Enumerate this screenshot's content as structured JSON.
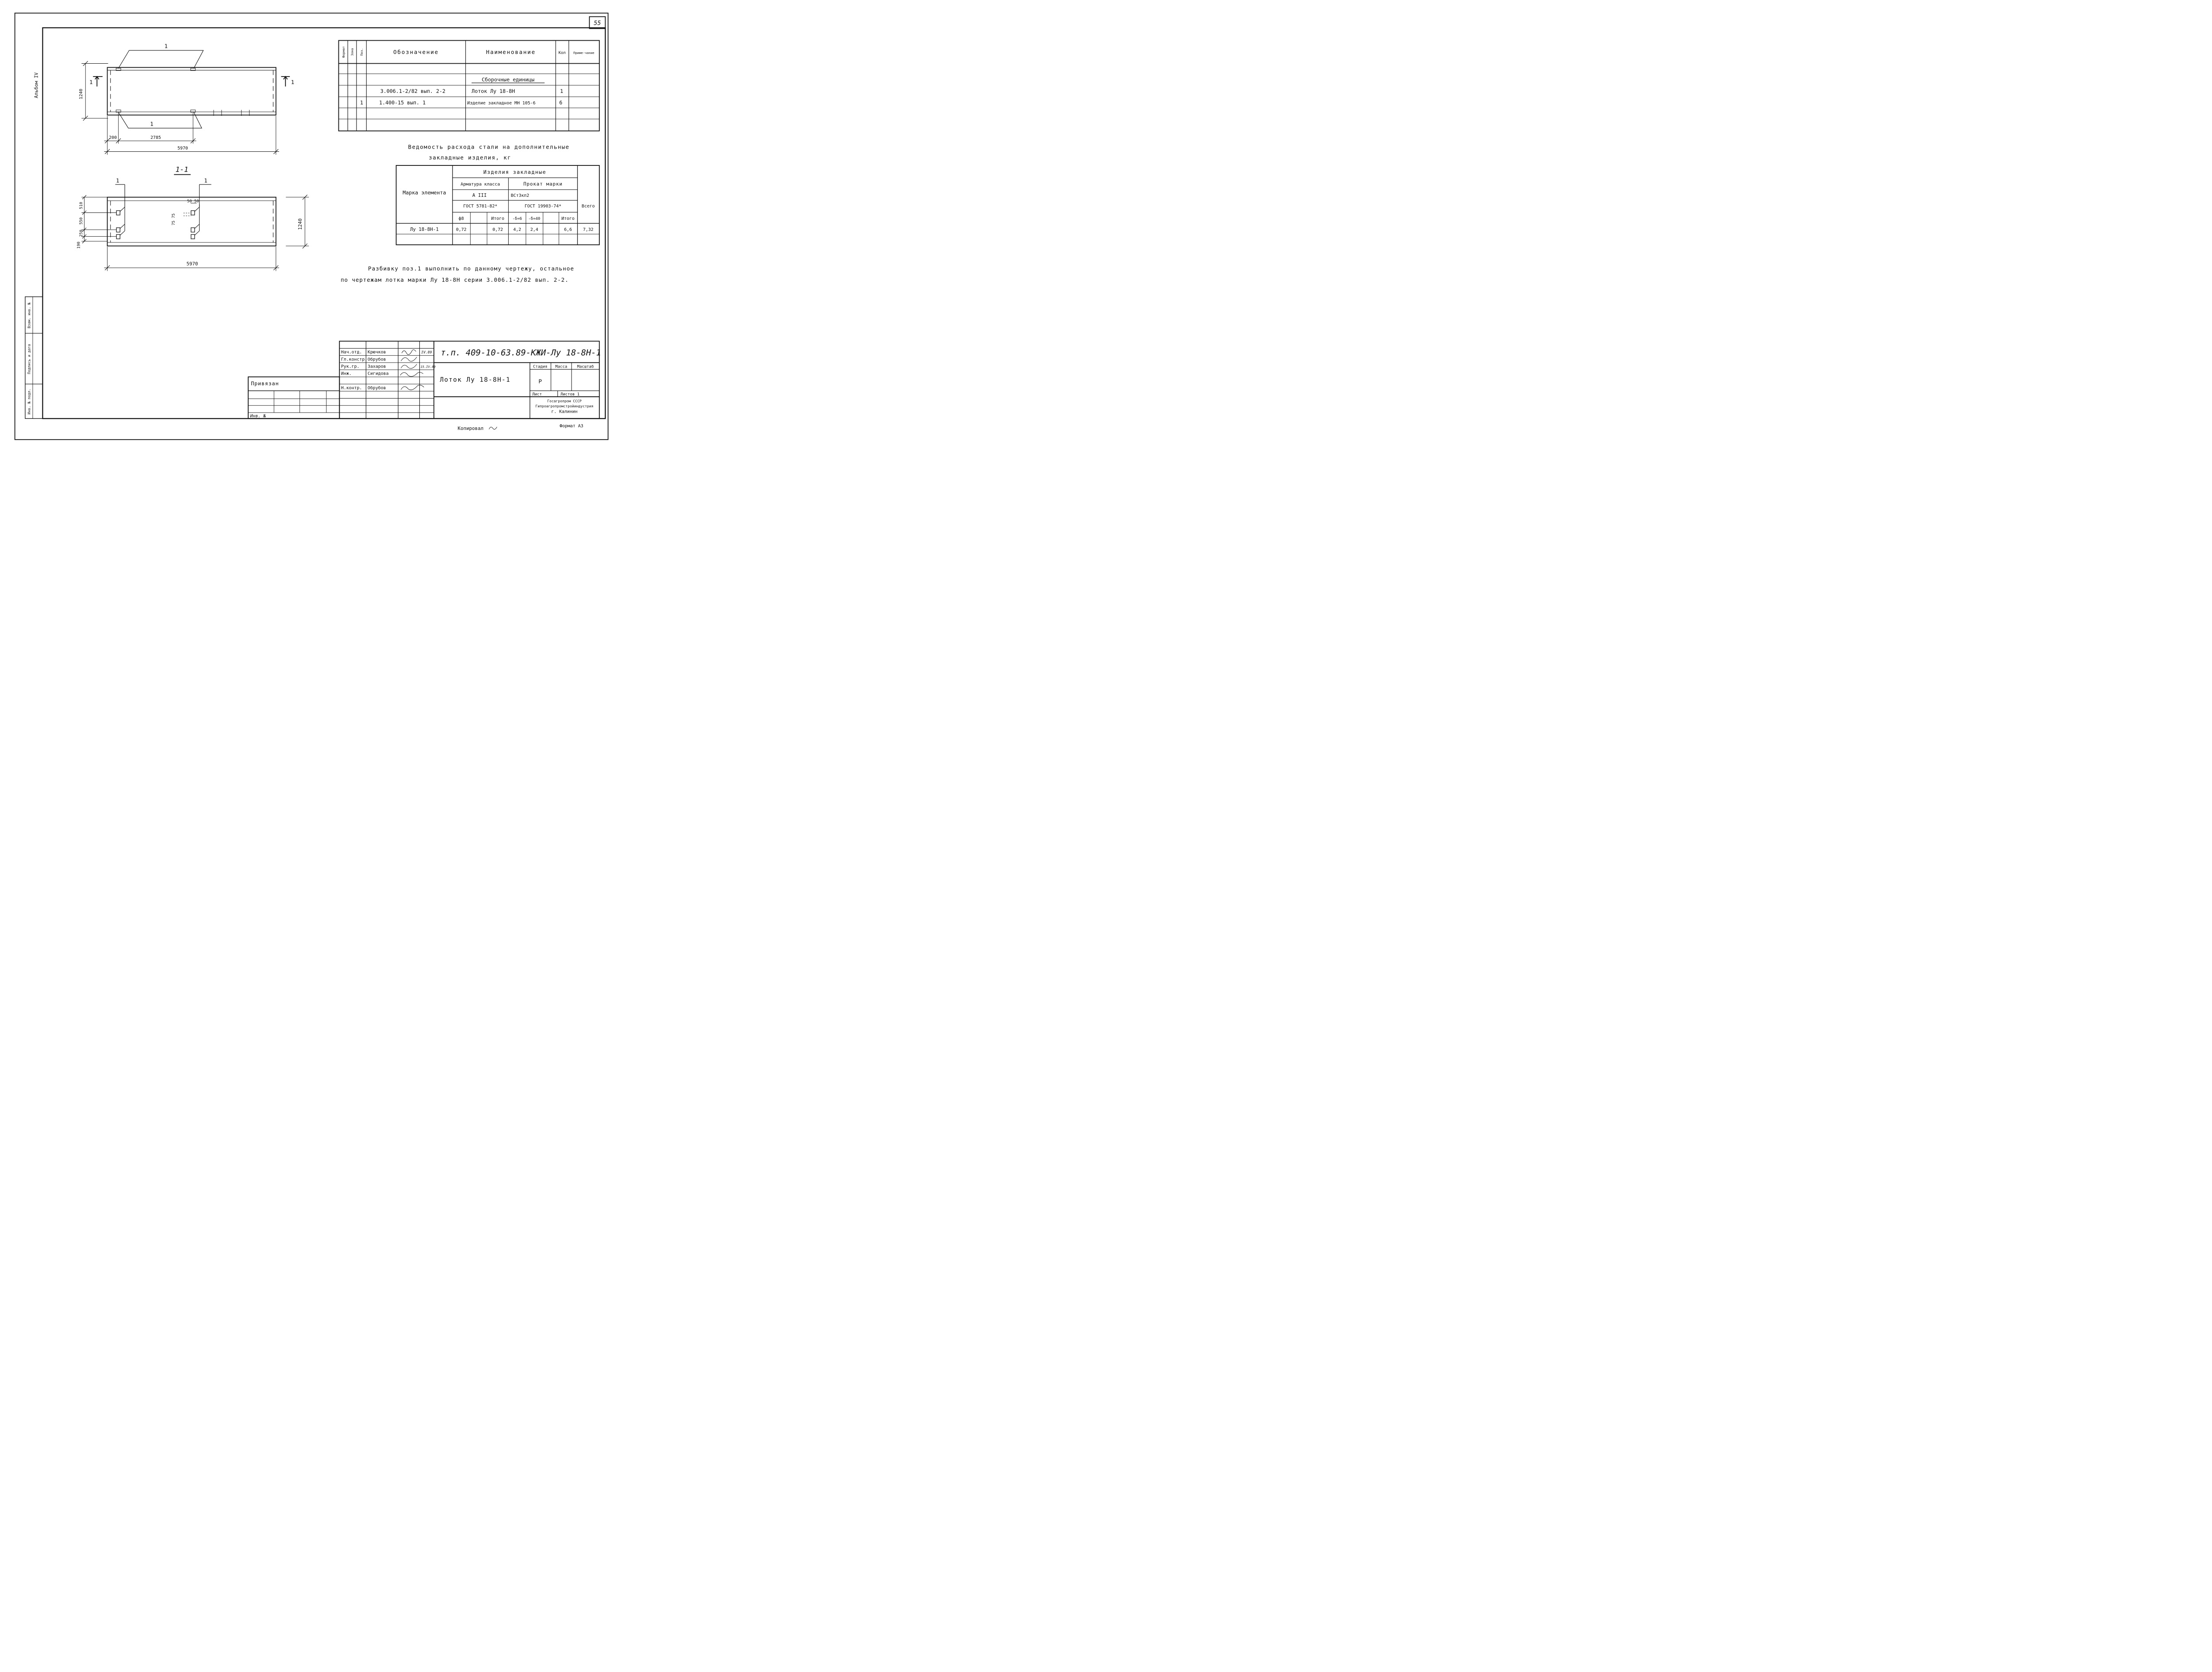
{
  "page_number": "55",
  "album_label": "Альбом IV",
  "plan_view": {
    "callout_top": "1",
    "callout_bottom": "1",
    "section_mark": "1",
    "dim_height": "1240",
    "dim_offset": "200",
    "dim_spacing": "2785",
    "dim_length": "5970"
  },
  "section_view": {
    "title": "1-1",
    "callout_left": "1",
    "callout_right": "1",
    "dims_left": [
      "510",
      "550",
      "250",
      "190"
    ],
    "dim_small_top": "50 50",
    "dim_small_side": "75 75",
    "dim_height": "1240",
    "dim_length": "5970"
  },
  "spec_table": {
    "headers": [
      "Формат",
      "Зона",
      "Поз.",
      "Обозначение",
      "Наименование",
      "Кол",
      "Приме-чание"
    ],
    "rows": [
      {
        "format": "",
        "zone": "",
        "pos": "",
        "designation": "",
        "name": "Сборочные единицы",
        "qty": "",
        "note": ""
      },
      {
        "format": "",
        "zone": "",
        "pos": "",
        "designation": "3.006.1-2/82 вып. 2-2",
        "name": "Лоток Лу 18-8Н",
        "qty": "1",
        "note": ""
      },
      {
        "format": "",
        "zone": "",
        "pos": "1",
        "designation": "1.400-15 вып. 1",
        "name": "Изделие закладное МН 105-6",
        "qty": "6",
        "note": ""
      }
    ]
  },
  "steel_table": {
    "title_line1": "Ведомость расхода стали на дополнительные",
    "title_line2": "закладные изделия, кг",
    "col_mark": "Марка элемента",
    "group": "Изделия закладные",
    "rebar_class": "Арматура класса",
    "rebar_grade": "А III",
    "rebar_gost": "ГОСТ 5781-82*",
    "rolled": "Прокат марки",
    "rolled_grade": "ВСт3кп2",
    "rolled_gost": "ГОСТ 19903-74*",
    "total": "Всего",
    "sub_headers": [
      "ф8",
      "",
      "Итого",
      "-δ=6",
      "-δ=40",
      "",
      "Итого"
    ],
    "rows": [
      {
        "mark": "Лу 18-8Н-1",
        "values": [
          "0,72",
          "",
          "0,72",
          "4,2",
          "2,4",
          "",
          "6,6"
        ],
        "total": "7,32"
      }
    ]
  },
  "notes": {
    "line1": "Разбивку поз.1 выполнить по данному чертежу, остальное",
    "line2": "по чертежам лотка марки Лу 18-8Н серии 3.006.1-2/82 вып. 2-2."
  },
  "title_block": {
    "code": "т.п. 409-10-63.89-КЖИ-Лу 18-8Н-1",
    "product_name": "Лоток Лу 18-8Н-1",
    "roles": [
      {
        "role": "Нач.отд.",
        "name": "Крючков",
        "date": "IV.89"
      },
      {
        "role": "Гл.констр.",
        "name": "Обрубов",
        "date": ""
      },
      {
        "role": "Рук.гр.",
        "name": "Захаров",
        "date": "15.IV.89"
      },
      {
        "role": "Инж.",
        "name": "Сигидова",
        "date": ""
      },
      {
        "role": "Н.контр.",
        "name": "Обрубов",
        "date": ""
      }
    ],
    "stage_label": "Стадия",
    "mass_label": "Масса",
    "scale_label": "Масштаб",
    "stage_value": "Р",
    "sheet_label": "Лист",
    "sheets_label": "Листов 1",
    "org_line1": "Госагропром СССР",
    "org_line2": "Гипроагропромстройиндустрия",
    "org_line3": "г. Калинин"
  },
  "binding": {
    "label": "Привязан",
    "inv_label": "Инв. №"
  },
  "left_stamp": [
    "Инв. № подл.",
    "Подпись и дата",
    "Взам. инв. №"
  ],
  "footer": {
    "copied": "Копировал",
    "format": "Формат А3"
  }
}
